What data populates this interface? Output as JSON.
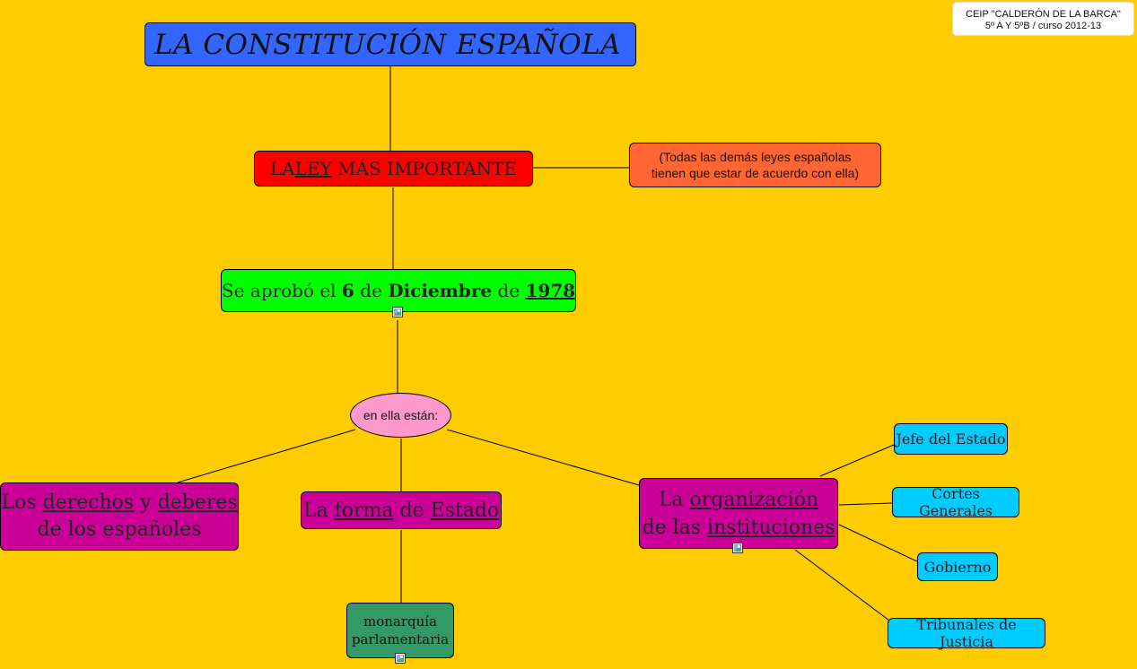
{
  "header_box": {
    "line1": "CEIP \"CALDERÓN DE LA BARCA\"",
    "line2": "5º A Y 5ºB / curso 2012-13"
  },
  "title": "LA CONSTITUCIÓN ESPAÑOLA",
  "ley_node": {
    "pre": "LA ",
    "emph": "LEY",
    "post": " MÁS IMPORTANTE"
  },
  "note_node": {
    "line1": "(Todas las demás leyes españolas",
    "line2": "tienen que estar de acuerdo con ella)"
  },
  "date_node": {
    "t1": "Se aprobó el ",
    "day": "6",
    "t2": " de ",
    "month": "Diciembre",
    "t3": " de ",
    "year": "1978"
  },
  "en_ella": "en ella están:",
  "derechos_node": {
    "t1": "Los ",
    "derechos": "derechos",
    "t2": " y ",
    "deberes": "deberes",
    "line2": "de los españoles"
  },
  "forma_node": {
    "t1": "La ",
    "forma": "forma",
    "t2": " de ",
    "estado": "Estado"
  },
  "monarquia_node": {
    "line1": "monarquía",
    "line2": "parlamentaria"
  },
  "organizacion_node": {
    "t1": "La ",
    "organizacion": "organización",
    "t2": "de las ",
    "instituciones": "instituciones"
  },
  "instituciones": [
    {
      "label": "Jefe del Estado"
    },
    {
      "label": "Cortes Generales"
    },
    {
      "label": "Gobierno"
    },
    {
      "label": "Tribunales de Justicia"
    }
  ],
  "colors": {
    "background": "#FFCC00",
    "title": "#3366FF",
    "ley": "#FF0000",
    "note": "#FF6633",
    "date": "#00FF00",
    "ellipse": "#FF99CC",
    "magenta": "#CC0099",
    "monarquia": "#339966",
    "institucion": "#00CCFF"
  },
  "icons": [
    "image-attachment-icon"
  ]
}
